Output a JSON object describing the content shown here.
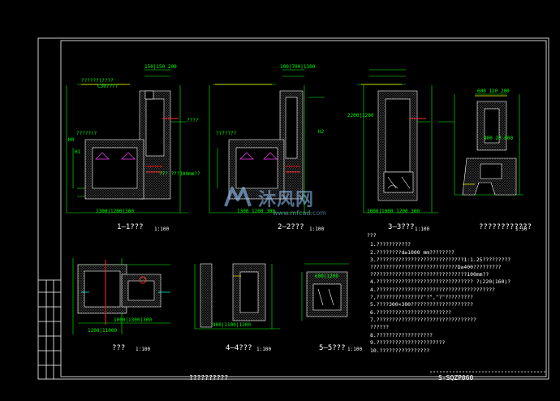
{
  "sheet": {
    "drawing_number": "S-SQZP060",
    "main_title": "??????????"
  },
  "sections": [
    {
      "id": "s1",
      "title": "1—1???",
      "scale": "1:100"
    },
    {
      "id": "s2",
      "title": "2—2???",
      "scale": "1:100"
    },
    {
      "id": "s3",
      "title": "3—3???",
      "scale": "1:100"
    },
    {
      "id": "s4",
      "title": "????????????",
      "scale": "1:50"
    },
    {
      "id": "p1",
      "title": "???",
      "scale": "1:100"
    },
    {
      "id": "s5",
      "title": "4—4???",
      "scale": "1:100"
    },
    {
      "id": "s6",
      "title": "5—5???",
      "scale": "1:100"
    }
  ],
  "notes": {
    "header": "???",
    "lines": [
      "1.???????????",
      "2.????????d≥1000 mm????????",
      "3.????????????????????????????1:1.25?????????",
      "  ????????????????????????????D≥400?????????",
      "  ???????????????????????????????100mm??",
      "4.??????????????????????????????? ?(220(160)?",
      "4.??????????????????????????????????????",
      "  ?,???????????????\"?\",\"?\"?????????",
      "5.????300×300????????????????????",
      "6.????????????????????????",
      "7.????????????????????????????????",
      "  ??????",
      "8.??????????????????",
      "9.??????????????????????",
      "10.????????????????"
    ]
  },
  "dims": {
    "top_a": "150|150 200",
    "top_b": "100|700|1300",
    "elev1": "??????(????",
    "elev2": "C30????",
    "h_label": "H0",
    "h1": "H1",
    "h2": "H2",
    "base1": "1300|1200|300",
    "base2": "1300 1200 300",
    "base3": "1000|1000 1200 300",
    "lbl_a": "?????(?",
    "lbl_b": "???????",
    "lbl_c": "????",
    "note_d": "??? ???100mm??",
    "d1": "2200|1200",
    "d2": "400 20 600",
    "d3": "600 120 200",
    "d4": "600|1200",
    "d5": "1200|11000",
    "d6": "900|1100|1200",
    "d7": "1000|1300|300"
  },
  "watermark": {
    "text": "沐风网",
    "sub": "www.mfcad.com"
  },
  "colors": {
    "bg": "#000000",
    "frame": "#ffffff",
    "dim": "#00ff00",
    "red": "#ff3030",
    "yellow": "#ffff00",
    "cyan": "#00ffff",
    "magenta": "#ff40ff"
  }
}
